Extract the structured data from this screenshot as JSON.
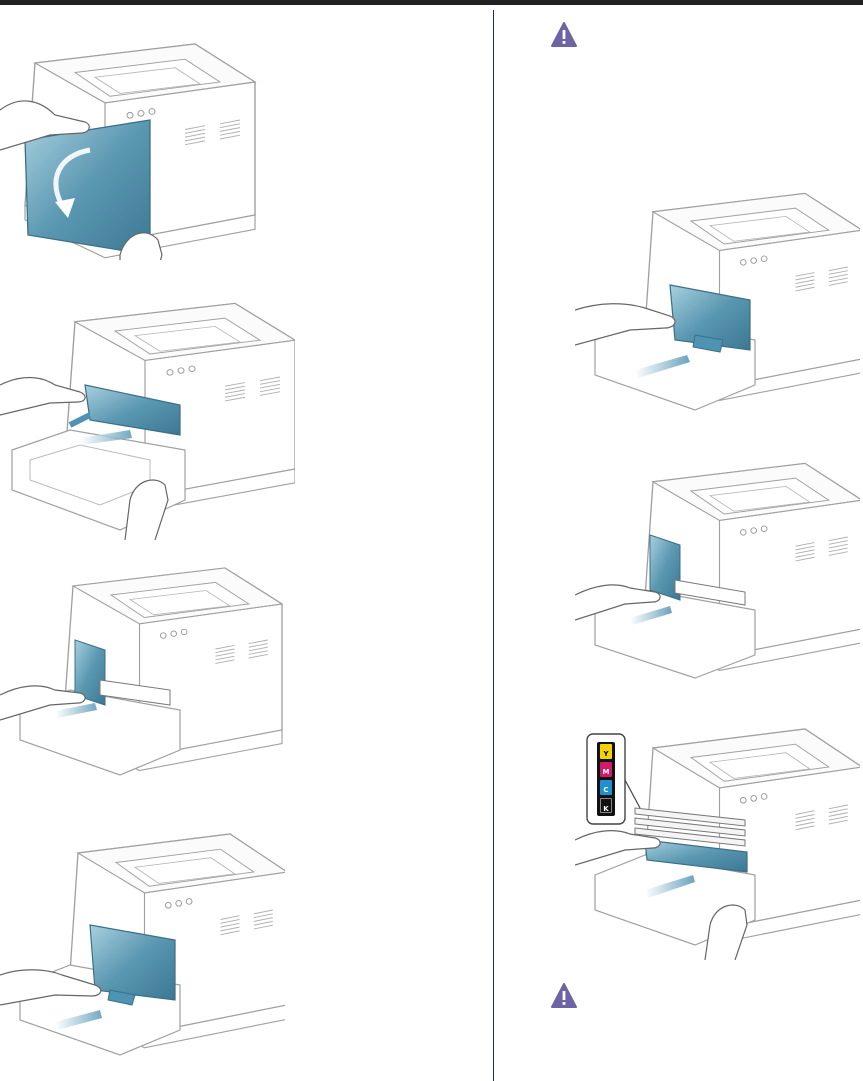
{
  "colors": {
    "rule": "#1f2a60",
    "topbar": "#222222",
    "outline": "#9a9a9a",
    "part_blue": "#4d89a3",
    "part_blue_light": "#8fc0d4",
    "arrow": "#5e9fbb",
    "warning": "#6d63a5"
  },
  "icons": {
    "caution": "warning-icon"
  },
  "color_key": {
    "labels": [
      "Y",
      "M",
      "C",
      "K"
    ],
    "colors": [
      "#f6d300",
      "#d21a6b",
      "#1f8fd0",
      "#111111"
    ]
  }
}
